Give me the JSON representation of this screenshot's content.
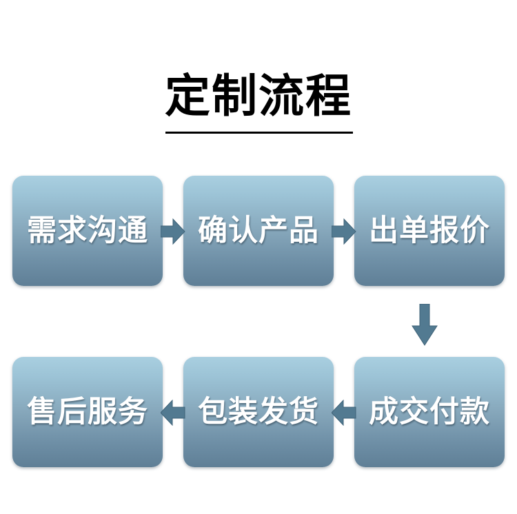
{
  "title": {
    "text": "定制流程",
    "underline": true
  },
  "colors": {
    "box_gradient_top": "#a9cfe0",
    "box_gradient_mid": "#86a7bb",
    "box_gradient_bottom": "#5f7f96",
    "arrow_fill": "#527a91",
    "arrow_stroke": "#3f6277",
    "label_text": "#ffffff",
    "title_text": "#000000",
    "background": "#ffffff"
  },
  "flow": {
    "steps": [
      {
        "id": "step-1",
        "label": "需求沟通",
        "row": 1,
        "order": 1
      },
      {
        "id": "step-2",
        "label": "确认产品",
        "row": 1,
        "order": 2
      },
      {
        "id": "step-3",
        "label": "出单报价",
        "row": 1,
        "order": 3
      },
      {
        "id": "step-4",
        "label": "售后服务",
        "row": 2,
        "order": 4
      },
      {
        "id": "step-5",
        "label": "包装发货",
        "row": 2,
        "order": 5
      },
      {
        "id": "step-6",
        "label": "成交付款",
        "row": 2,
        "order": 6
      }
    ],
    "connectors": [
      {
        "id": "arrow-1",
        "direction": "right",
        "from": "step-1",
        "to": "step-2"
      },
      {
        "id": "arrow-2",
        "direction": "right",
        "from": "step-2",
        "to": "step-3"
      },
      {
        "id": "arrow-3",
        "direction": "down",
        "from": "step-3",
        "to": "step-4"
      },
      {
        "id": "arrow-4",
        "direction": "left",
        "from": "step-5",
        "to": "step-6"
      },
      {
        "id": "arrow-5",
        "direction": "left",
        "from": "step-4",
        "to": "step-5"
      }
    ]
  }
}
